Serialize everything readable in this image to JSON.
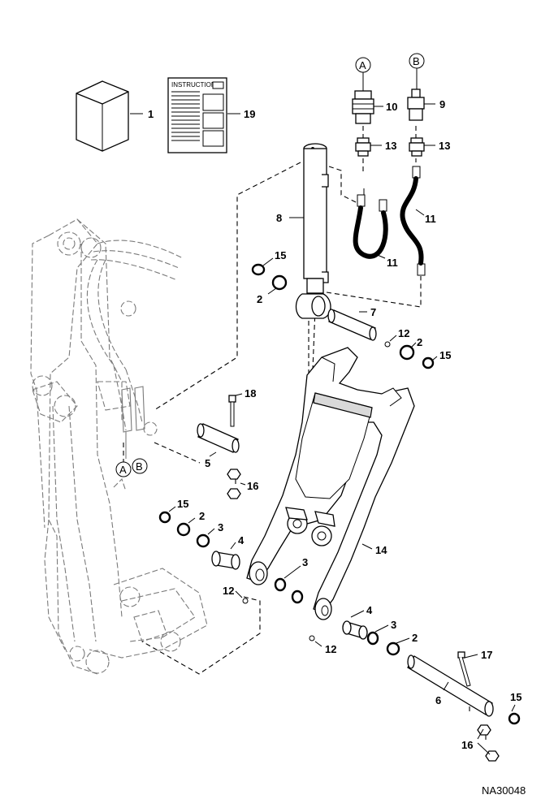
{
  "drawing_code": "NA30048",
  "instructions_label": "INSTRUCTIONS",
  "connection_labels": {
    "a": "A",
    "b": "B"
  },
  "callouts": {
    "c1": "1",
    "c19": "19",
    "c10": "10",
    "c9": "9",
    "c13a": "13",
    "c13b": "13",
    "c8": "8",
    "c11a": "11",
    "c11b": "11",
    "c15a": "15",
    "c2a": "2",
    "c7": "7",
    "c12a": "12",
    "c2b": "2",
    "c15b": "15",
    "c18": "18",
    "c5": "5",
    "c16a": "16",
    "c15c": "15",
    "c2c": "2",
    "c3a": "3",
    "c4a": "4",
    "c14": "14",
    "c3b": "3",
    "c12b": "12",
    "c4b": "4",
    "c3c": "3",
    "c2d": "2",
    "c12c": "12",
    "c17": "17",
    "c6": "6",
    "c15d": "15",
    "c16b": "16"
  }
}
